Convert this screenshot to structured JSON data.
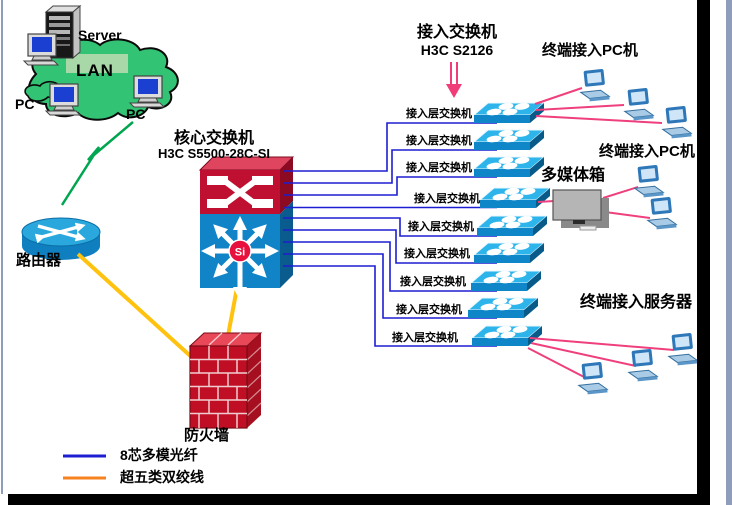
{
  "lan_cluster": {
    "cloud_label": "LAN",
    "server_label": "Server",
    "pc_left_label": "PC",
    "pc_bottom_label": "PC"
  },
  "router": {
    "label": "路由器"
  },
  "core_switch": {
    "title": "核心交换机",
    "model": "H3C S5500-28C-SI",
    "badge": "Si"
  },
  "access_header": {
    "title": "接入交换机",
    "model": "H3C S2126"
  },
  "firewall": {
    "label": "防火墙"
  },
  "access_switches": [
    {
      "label": "接入层交换机"
    },
    {
      "label": "接入层交换机"
    },
    {
      "label": "接入层交换机"
    },
    {
      "label": "接入层交换机"
    },
    {
      "label": "接入层交换机"
    },
    {
      "label": "接入层交换机"
    },
    {
      "label": "接入层交换机"
    },
    {
      "label": "接入层交换机"
    },
    {
      "label": "接入层交换机"
    }
  ],
  "clusters": {
    "top_pcs": {
      "label": "终端接入PC机",
      "pc_count": 3
    },
    "mid_pcs": {
      "label": "终端接入PC机",
      "pc_count": 2
    },
    "multimedia": {
      "label": "多媒体箱"
    },
    "servers": {
      "label": "终端接入服务器",
      "pc_count": 3
    }
  },
  "legend": {
    "items": [
      {
        "label": "8芯多模光纤",
        "color": "#1d1dd2"
      },
      {
        "label": "超五类双绞线",
        "color": "#f5821f"
      }
    ]
  },
  "colors": {
    "fiber_line": "#1d1dd2",
    "utp_line": "#f5821f",
    "pc_link": "#ef3f7d",
    "lan_link": "#00a550",
    "firewall_link": "#ffc20e",
    "switch_blue": "#0f86c8",
    "switch_top": "#2db4ea",
    "core_red": "#bf1031",
    "cloud_green": "#33c374",
    "frame_strip": "#8f9cba"
  }
}
